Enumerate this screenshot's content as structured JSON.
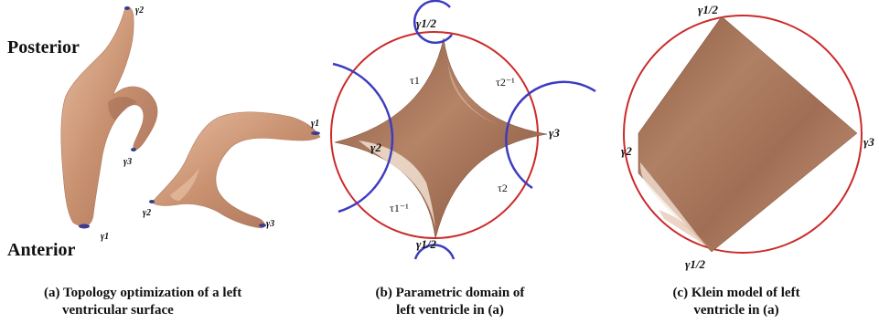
{
  "panel_a": {
    "posterior_label": "Posterior",
    "anterior_label": "Anterior",
    "surface1_labels": {
      "g2": "γ2",
      "g3": "γ3",
      "g1": "γ1"
    },
    "surface2_labels": {
      "g1": "γ1",
      "g2": "γ2",
      "g3": "γ3"
    },
    "caption_line1": "(a) Topology optimization of a left",
    "caption_line2": "ventricular surface"
  },
  "panel_b": {
    "label_top": "γ1/2",
    "label_bottom": "γ1/2",
    "label_left": "γ2",
    "label_right": "γ3",
    "tau_top_left": "τ1",
    "tau_top_right": "τ2⁻¹",
    "tau_bottom_left": "τ1⁻¹",
    "tau_bottom_right": "τ2",
    "caption_line1": "(b) Parametric domain of",
    "caption_line2": "left ventricle in (a)"
  },
  "panel_c": {
    "label_top": "γ1/2",
    "label_bottom": "γ1/2",
    "label_left": "γ2",
    "label_right": "γ3",
    "caption_line1": "(c) Klein model of left",
    "caption_line2": "ventricle in (a)"
  },
  "colors": {
    "circle": "#cc2a2a",
    "arcs": "#3c3cc0",
    "surface": "#b0785a",
    "surface_light": "#e6b89a",
    "surface_dark": "#7a4a32"
  }
}
